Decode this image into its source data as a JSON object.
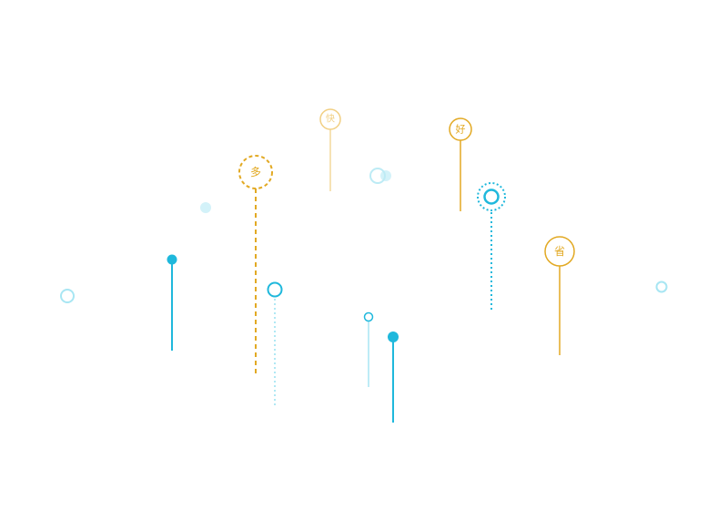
{
  "colors": {
    "blue": "#1fb8dc",
    "blue_light": "#a8e6f3",
    "blue_faint": "#d3f2f9",
    "gold": "#e2a923",
    "gold_light": "#f1cf83"
  },
  "badges": {
    "duo": "多",
    "kuai": "快",
    "hao": "好",
    "sheng": "省"
  }
}
